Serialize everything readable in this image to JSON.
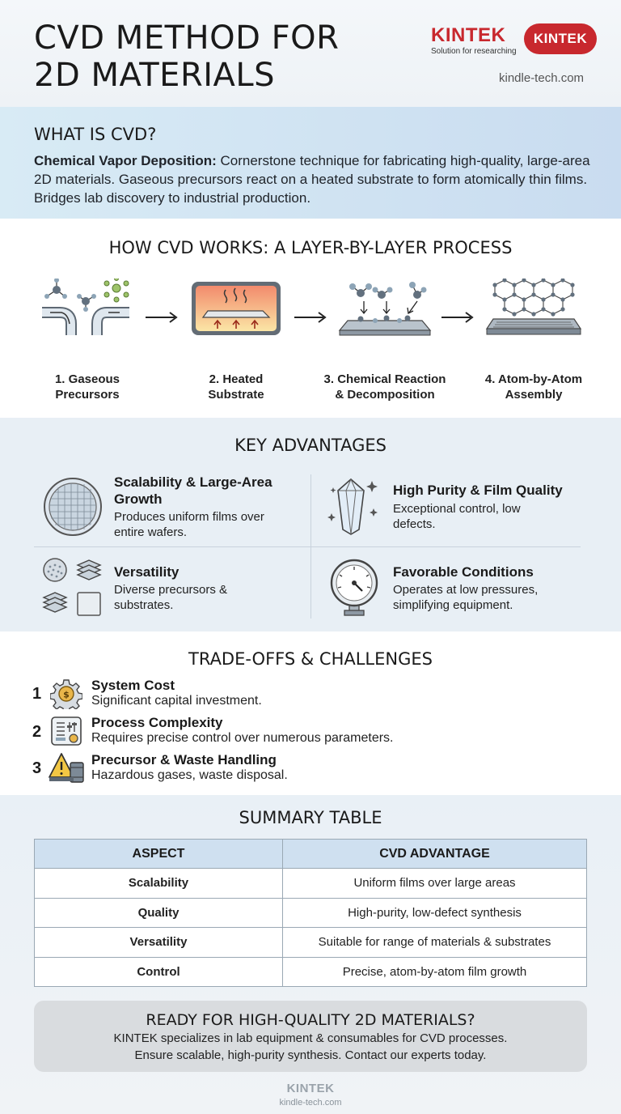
{
  "header": {
    "title_line1": "CVD METHOD FOR",
    "title_line2": "2D MATERIALS",
    "brand_name": "KINTEK",
    "brand_tagline": "Solution for researching",
    "brand_badge": "KINTEK",
    "website": "kindle-tech.com"
  },
  "what_is": {
    "heading": "WHAT IS CVD?",
    "term": "Chemical Vapor Deposition:",
    "description": " Cornerstone technique for fabricating high-quality, large-area 2D materials. Gaseous precursors react on a heated substrate to form atomically thin films. Bridges lab discovery to industrial production."
  },
  "process": {
    "heading": "HOW CVD WORKS: A LAYER-BY-LAYER PROCESS",
    "steps": [
      {
        "line1": "1. Gaseous",
        "line2": "Precursors",
        "icon": "gas-pipes-icon"
      },
      {
        "line1": "2. Heated",
        "line2": "Substrate",
        "icon": "heated-substrate-icon"
      },
      {
        "line1": "3. Chemical Reaction",
        "line2": "& Decomposition",
        "icon": "reaction-icon"
      },
      {
        "line1": "4. Atom-by-Atom",
        "line2": "Assembly",
        "icon": "lattice-icon"
      }
    ]
  },
  "advantages": {
    "heading": "KEY ADVANTAGES",
    "items": [
      {
        "title_line1": "Scalability & Large-Area",
        "title_line2": "Growth",
        "text_line1": "Produces uniform films over",
        "text_line2": "entire wafers.",
        "icon": "wafer-icon"
      },
      {
        "title_line1": "High Purity & Film Quality",
        "text_line1": "Exceptional control, low",
        "text_line2": "defects.",
        "icon": "crystal-icon"
      },
      {
        "title_line1": "Versatility",
        "text_line1": "Diverse precursors &",
        "text_line2": "substrates.",
        "icon": "materials-icon"
      },
      {
        "title_line1": "Favorable Conditions",
        "text_line1": "Operates at low pressures,",
        "text_line2": "simplifying equipment.",
        "icon": "pressure-gauge-icon"
      }
    ]
  },
  "tradeoffs": {
    "heading": "TRADE-OFFS & CHALLENGES",
    "items": [
      {
        "num": "1",
        "title": "System Cost",
        "text": "Significant capital investment.",
        "icon": "cost-gear-icon"
      },
      {
        "num": "2",
        "title": "Process Complexity",
        "text": "Requires precise control over numerous parameters.",
        "icon": "control-panel-icon"
      },
      {
        "num": "3",
        "title": "Precursor & Waste Handling",
        "text": "Hazardous gases, waste disposal.",
        "icon": "hazard-icon"
      }
    ]
  },
  "summary": {
    "heading": "SUMMARY TABLE",
    "columns": [
      "ASPECT",
      "CVD ADVANTAGE"
    ],
    "rows": [
      [
        "Scalability",
        "Uniform films over large areas"
      ],
      [
        "Quality",
        "High-purity, low-defect synthesis"
      ],
      [
        "Versatility",
        "Suitable for range of materials & substrates"
      ],
      [
        "Control",
        "Precise, atom-by-atom film growth"
      ]
    ]
  },
  "cta": {
    "heading": "READY FOR HIGH-QUALITY 2D MATERIALS?",
    "line1": "KINTEK specializes in lab equipment & consumables for CVD processes.",
    "line2": "Ensure scalable, high-purity synthesis. Contact our experts today."
  },
  "footer": {
    "brand": "KINTEK",
    "website": "kindle-tech.com"
  },
  "colors": {
    "brand_red": "#c8282e",
    "table_header": "#cfe0f0",
    "intro_band": "#d3e5f3"
  }
}
